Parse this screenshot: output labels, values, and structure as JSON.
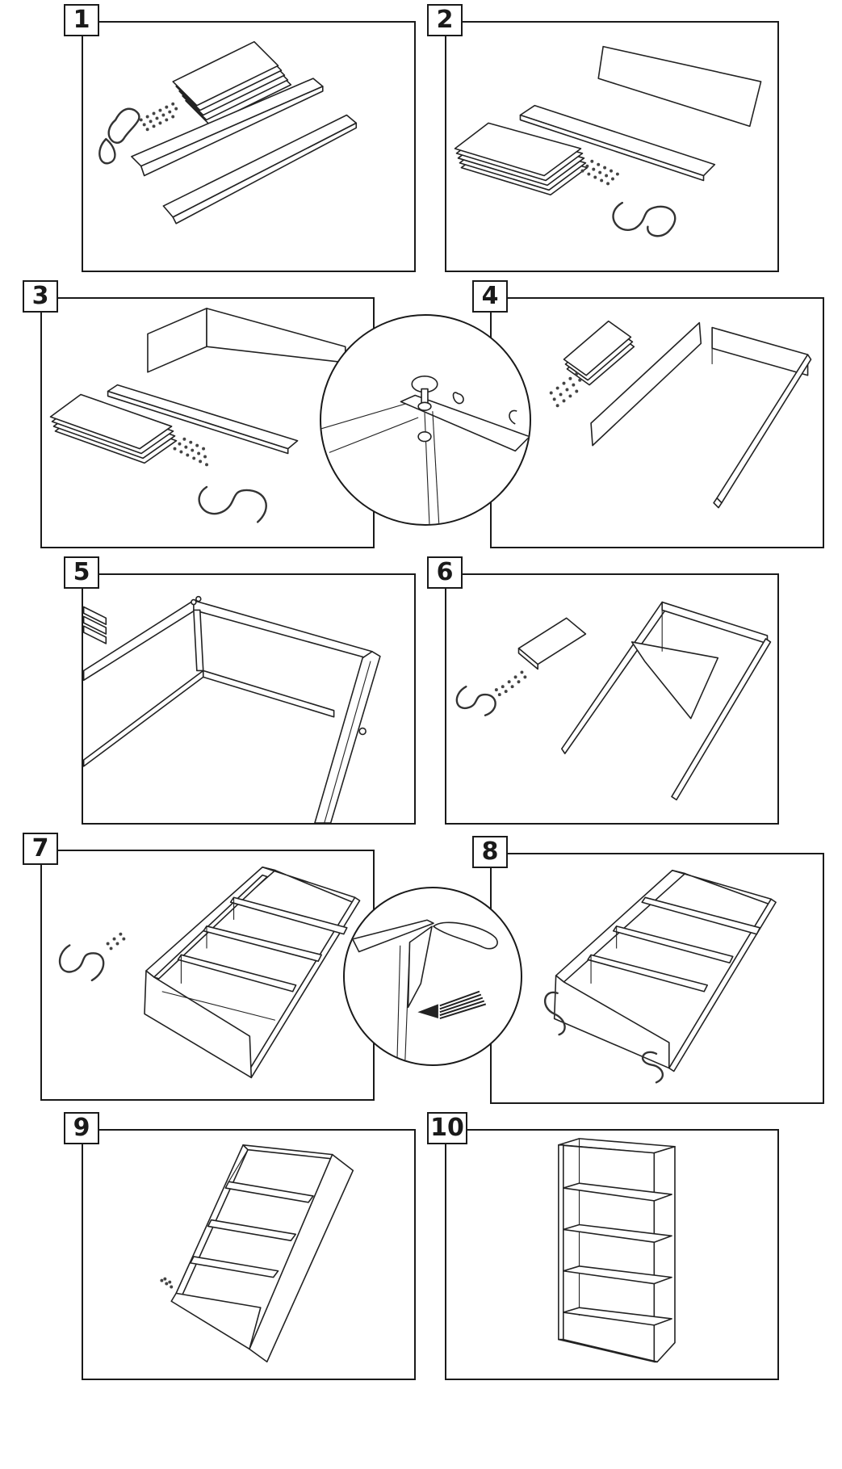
{
  "steps": [
    {
      "number": "1"
    },
    {
      "number": "2"
    },
    {
      "number": "3"
    },
    {
      "number": "4"
    },
    {
      "number": "5"
    },
    {
      "number": "6"
    },
    {
      "number": "7"
    },
    {
      "number": "8"
    },
    {
      "number": "9"
    },
    {
      "number": "10"
    }
  ]
}
